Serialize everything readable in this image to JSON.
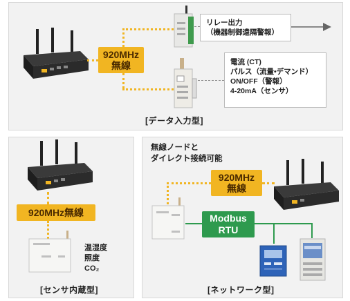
{
  "top_panel": {
    "caption": "[データ入力型]",
    "badge_line1": "920MHz",
    "badge_line2": "無線",
    "relay_box": {
      "line1": "リレー出力",
      "line2": "（機器制御遠隔警報）"
    },
    "input_box": {
      "lines": [
        "電流 (CT)",
        "パルス（流量•デマンド）",
        "ON/OFF（警報）",
        "4-20mA（センサ）"
      ]
    }
  },
  "bottom_left_panel": {
    "caption": "[センサ内蔵型]",
    "badge": "920MHz無線",
    "sensor_lines": [
      "温湿度",
      "照度",
      "CO₂"
    ]
  },
  "bottom_right_panel": {
    "caption": "[ネットワーク型]",
    "note_line1": "無線ノードと",
    "note_line2": "ダイレクト接続可能",
    "badge_line1": "920MHz",
    "badge_line2": "無線",
    "modbus_line1": "Modbus",
    "modbus_line2": "RTU"
  },
  "colors": {
    "wireless": "#f1b522",
    "modbus": "#2e9a4e",
    "panel_bg": "#f2f2f2"
  }
}
